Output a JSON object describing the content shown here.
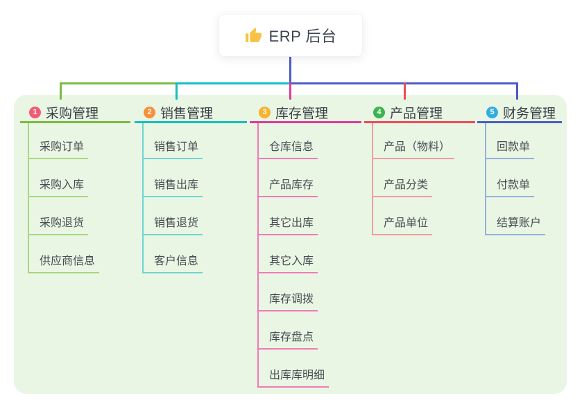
{
  "root": {
    "title": "ERP 后台",
    "icon": "thumbs-up-icon"
  },
  "colors": {
    "page_bg": "#FFFFFF",
    "panel_bg": "#E9F6E4",
    "card_bg": "#FFFFFF",
    "root_line": "#4A5BC8",
    "title_text": "#3F4552",
    "branch_text": "#3A3F46",
    "child_text": "#484C52",
    "thumb_icon": "#F6C344"
  },
  "branches": [
    {
      "index": "1",
      "label": "采购管理",
      "badge_color": "#F25B76",
      "line_color": "#7CBA41",
      "child_line_color": "#A8D77E",
      "children": [
        "采购订单",
        "采购入库",
        "采购退货",
        "供应商信息"
      ]
    },
    {
      "index": "2",
      "label": "销售管理",
      "badge_color": "#F7903C",
      "line_color": "#12BFC0",
      "child_line_color": "#6FD4D2",
      "children": [
        "销售订单",
        "销售出库",
        "销售退货",
        "客户信息"
      ]
    },
    {
      "index": "3",
      "label": "库存管理",
      "badge_color": "#F5B32E",
      "line_color": "#DF3A9B",
      "child_line_color": "#F279B8",
      "children": [
        "仓库信息",
        "产品库存",
        "其它出库",
        "其它入库",
        "库存调拨",
        "库存盘点",
        "出库库明细"
      ]
    },
    {
      "index": "4",
      "label": "产品管理",
      "badge_color": "#3CB450",
      "line_color": "#F04A58",
      "child_line_color": "#F49B9F",
      "children": [
        "产品（物料）",
        "产品分类",
        "产品单位"
      ]
    },
    {
      "index": "5",
      "label": "财务管理",
      "badge_color": "#33ADE1",
      "line_color": "#4A5BC8",
      "child_line_color": "#95AEDF",
      "children": [
        "回款单",
        "付款单",
        "结算账户"
      ]
    }
  ]
}
